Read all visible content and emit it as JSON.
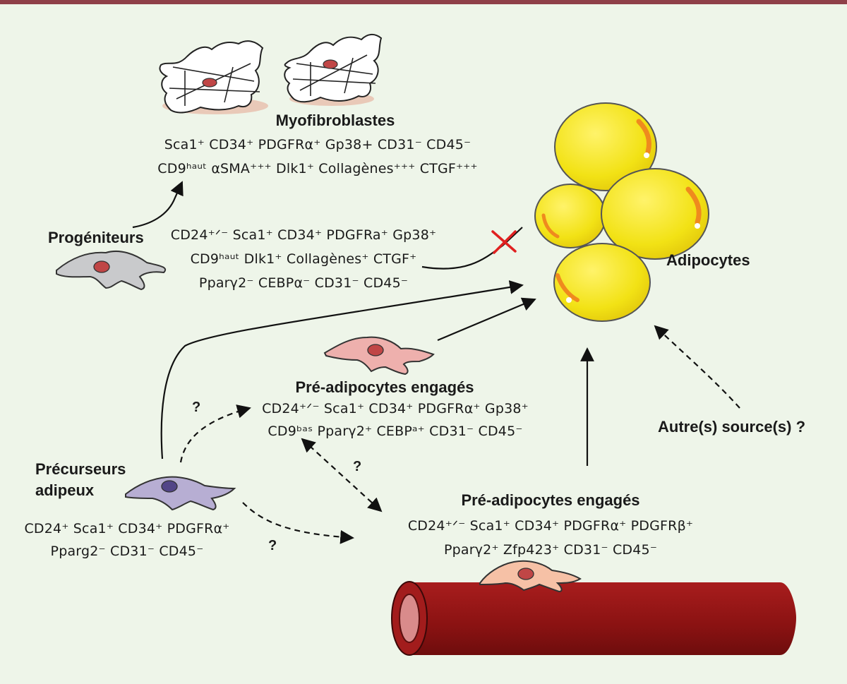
{
  "myofibroblasts": {
    "title": "Myofibroblastes",
    "line1": "Sca1⁺ CD34⁺ PDGFRα⁺ Gp38+ CD31⁻ CD45⁻",
    "line2": "CD9ʰᵃᵘᵗ αSMA⁺⁺⁺ Dlk1⁺ Collagènes⁺⁺⁺ CTGF⁺⁺⁺"
  },
  "progenitors": {
    "title": "Progéniteurs",
    "line1": "CD24⁺ᐟ⁻ Sca1⁺ CD34⁺ PDGFRa⁺ Gp38⁺",
    "line2": "CD9ʰᵃᵘᵗ Dlk1⁺ Collagènes⁺ CTGF⁺",
    "line3": "Pparγ2⁻ CEBPα⁻ CD31⁻ CD45⁻"
  },
  "adipocytes": {
    "title": "Adipocytes"
  },
  "preadipocytes_top": {
    "title": "Pré-adipocytes engagés",
    "line1": "CD24⁺ᐟ⁻ Sca1⁺ CD34⁺ PDGFRα⁺ Gp38⁺",
    "line2": "CD9ᵇᵃˢ Pparγ2⁺ CEBPᵃ⁺ CD31⁻ CD45⁻"
  },
  "precursors": {
    "title_line1": "Précurseurs",
    "title_line2": "adipeux",
    "line1": "CD24⁺ Sca1⁺ CD34⁺ PDGFRα⁺",
    "line2": "Pparg2⁻ CD31⁻ CD45⁻"
  },
  "preadipocytes_bottom": {
    "title": "Pré-adipocytes engagés",
    "line1": "CD24⁺ᐟ⁻ Sca1⁺ CD34⁺ PDGFRα⁺ PDGFRβ⁺",
    "line2": "Pparγ2⁺ Zfp423⁺ CD31⁻ CD45⁻"
  },
  "other_sources": {
    "label": "Autre(s) source(s) ?"
  },
  "questions": {
    "q1": "?",
    "q2": "?",
    "q3": "?"
  },
  "colors": {
    "background": "#eef5e9",
    "top_bar": "#8f4048",
    "adipocyte_fill": "#f4e619",
    "vessel": "#8e1414",
    "progenitor_cell": "#c9cacc",
    "precursor_cell": "#b7aed3",
    "preadipocyte_cell": "#eeb0ad",
    "vessel_cell": "#f6c1a6",
    "nucleus": "#c04646",
    "inhibition_cross": "#e02020"
  }
}
